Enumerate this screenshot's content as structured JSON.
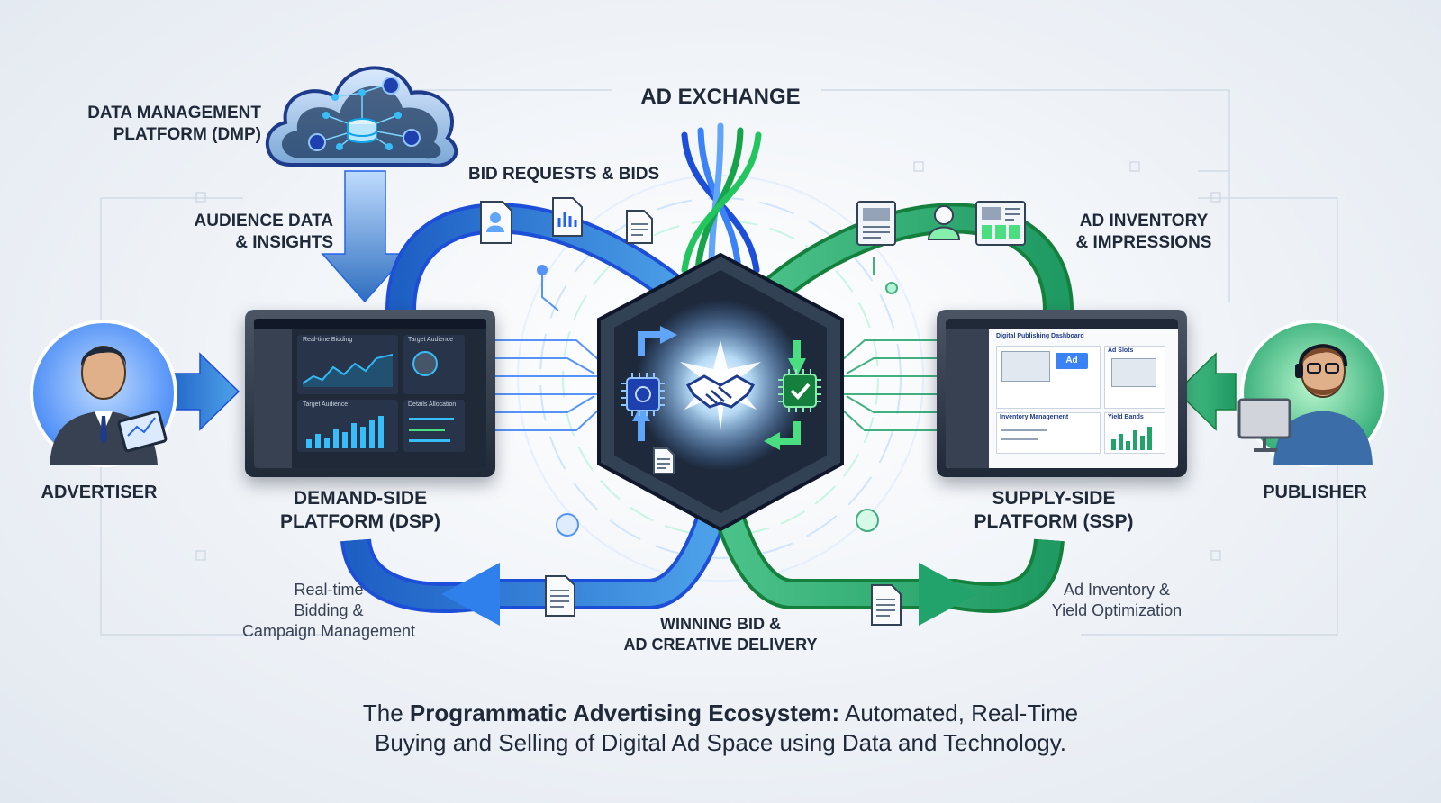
{
  "labels": {
    "dmp": [
      "DATA MANAGEMENT",
      "PLATFORM (DMP)"
    ],
    "ad_exchange": "AD EXCHANGE",
    "bid_requests": "BID REQUESTS & BIDS",
    "audience": [
      "AUDIENCE DATA",
      "& INSIGHTS"
    ],
    "ad_inventory": [
      "AD INVENTORY",
      "& IMPRESSIONS"
    ],
    "advertiser": "ADVERTISER",
    "publisher": "PUBLISHER",
    "dsp": [
      "DEMAND-SIDE",
      "PLATFORM (DSP)"
    ],
    "ssp": [
      "SUPPLY-SIDE",
      "PLATFORM (SSP)"
    ],
    "dsp_sub": [
      "Real-time",
      "Bidding &",
      "Campaign Management"
    ],
    "ssp_sub": [
      "Ad Inventory &",
      "Yield Optimization"
    ],
    "winning": [
      "WINNING BID &",
      "AD CREATIVE DELIVERY"
    ]
  },
  "caption": {
    "line1_prefix": "The ",
    "line1_bold": "Programmatic Advertising Ecosystem:",
    "line1_rest": " Automated, Real-Time",
    "line2": "Buying and Selling of Digital Ad Space using Data and Technology."
  },
  "dsp_screen": {
    "panel1_title": "Real-time Bidding",
    "panel2_title": "Target Audience",
    "panel3_title": "Target Audience",
    "panel4_title": "Details Allocation"
  },
  "ssp_screen": {
    "title": "Digital Publishing Dashboard",
    "ad_label": "Ad",
    "panel_ad_slots": "Ad Slots",
    "panel_inventory": "Inventory Management",
    "panel_yield": "Yield Bands"
  },
  "colors": {
    "blue": "#1d6fd8",
    "blue_light": "#4ea3ea",
    "green": "#22a36b",
    "green_light": "#4cc38a",
    "hex_dark": "#1e293b"
  },
  "icons": [
    "cloud-database-icon",
    "handshake-icon",
    "cpu-chip-icon",
    "check-chip-icon",
    "document-icon",
    "user-profile-icon",
    "chart-document-icon"
  ]
}
